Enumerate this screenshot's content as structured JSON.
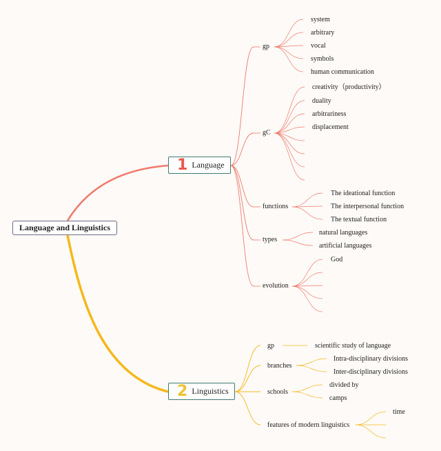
{
  "root": {
    "label": "Language and Linguistics"
  },
  "branches": [
    {
      "number": "1",
      "label": "Language",
      "color": "#f07a6c",
      "children": [
        {
          "label": "gp",
          "leaves": [
            "system",
            "arbitrary",
            "vocal",
            "symbols",
            "human communication"
          ]
        },
        {
          "label": "gC",
          "leaves": [
            "creativity（productivity）",
            "duality",
            "arbitrariness",
            "displacement"
          ]
        },
        {
          "label": "functions",
          "leaves": [
            "The ideational function",
            "The interpersonal function",
            "The textual function"
          ]
        },
        {
          "label": "types",
          "leaves": [
            "natural languages",
            "artificial languages"
          ]
        },
        {
          "label": "evolution",
          "leaves": [
            "God"
          ]
        }
      ]
    },
    {
      "number": "2",
      "label": "Linguistics",
      "color": "#f5b81c",
      "children": [
        {
          "label": "gp",
          "leaves": [
            "scientific study of language"
          ]
        },
        {
          "label": "branches",
          "leaves": [
            "Intra-disciplinary divisions",
            "Inter-disciplinary divisions"
          ]
        },
        {
          "label": "schools",
          "leaves": [
            "divided by",
            "camps"
          ]
        },
        {
          "label": "features of modern linguistics",
          "leaves": [
            "time"
          ]
        }
      ]
    }
  ]
}
